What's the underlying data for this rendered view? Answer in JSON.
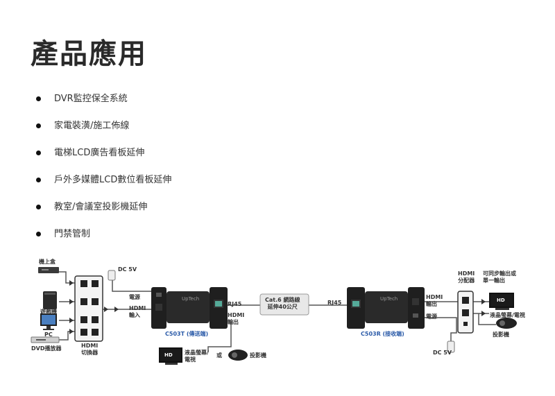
{
  "title": "產品應用",
  "bullets": [
    "DVR監控保全系統",
    "家電裝潢/施工佈線",
    "電梯LCD廣告看板延伸",
    "戶外多媒體LCD數位看板延伸",
    "教室/會議室投影機延伸",
    "門禁管制"
  ],
  "diagram": {
    "sources": {
      "settop": "機上盒",
      "game": "遊戲機",
      "pc": "PC",
      "dvd": "DVD播放器"
    },
    "switcher": "HDMI\n切換器",
    "dc_left": "DC 5V",
    "power_left": "電源",
    "hdmi_in": "HDMI\n輸入",
    "transmitter": "C503T (傳送端)",
    "rj45_left": "RJ45",
    "hdmi_out_left": "HDMI\n輸出",
    "cable_note": "Cat.6 網路線\n延伸40公尺",
    "rj45_right": "RJ45",
    "receiver": "C503R (接收端)",
    "hdmi_out_right": "HDMI\n輸出",
    "power_right": "電源",
    "dc_right": "DC 5V",
    "splitter": "HDMI\n分配器",
    "splitter_note": "可同步輸出或\n單一輸出",
    "hd_badge": "HD",
    "lcd_right": "液晶螢幕/電視",
    "projector_right": "投影機",
    "lcd_bottom": "液晶螢幕/\n電視",
    "or": "或",
    "projector_bottom": "投影機",
    "device_brand": "UpTech"
  }
}
